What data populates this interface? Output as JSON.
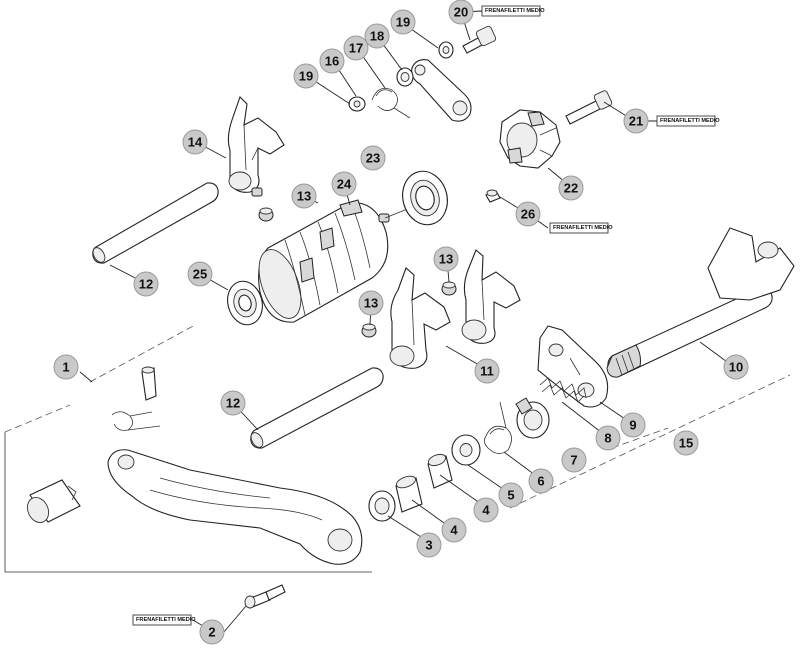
{
  "callout_text": "FRENAFILETTI MEDIO",
  "labels": [
    "1",
    "2",
    "3",
    "4",
    "4",
    "5",
    "6",
    "7",
    "8",
    "9",
    "10",
    "11",
    "12",
    "12",
    "13",
    "13",
    "13",
    "14",
    "15",
    "16",
    "17",
    "18",
    "19",
    "19",
    "20",
    "21",
    "22",
    "23",
    "24",
    "25",
    "26"
  ]
}
